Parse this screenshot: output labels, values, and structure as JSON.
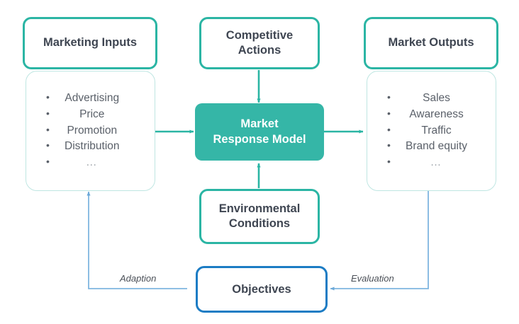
{
  "diagram": {
    "title_alt": "Market Response Model framework",
    "colors": {
      "teal_border": "#2BB5A4",
      "teal_fill": "#35B6A7",
      "light_teal_border": "#BFE6E2",
      "blue_border": "#1C7CC4",
      "blue_connector": "#7FB6E0",
      "text_dark": "#3F4652",
      "text_body": "#5A6069",
      "background": "#FFFFFF"
    },
    "nodes": {
      "marketing_inputs": {
        "header": "Marketing Inputs",
        "items": [
          "Advertising",
          "Price",
          "Promotion",
          "Distribution",
          "…"
        ]
      },
      "competitive_actions": {
        "line1": "Competitive",
        "line2": "Actions"
      },
      "market_outputs": {
        "header": "Market Outputs",
        "items": [
          "Sales",
          "Awareness",
          "Traffic",
          "Brand equity",
          "…"
        ]
      },
      "market_response_model": {
        "line1": "Market",
        "line2": "Response Model"
      },
      "environmental_conditions": {
        "line1": "Environmental",
        "line2": "Conditions"
      },
      "objectives": {
        "label": "Objectives"
      }
    },
    "edge_labels": {
      "adaption": "Adaption",
      "evaluation": "Evaluation"
    }
  }
}
